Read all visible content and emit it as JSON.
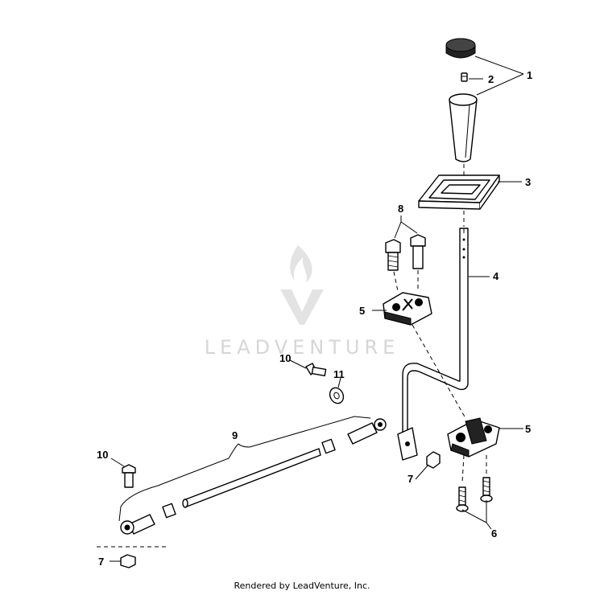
{
  "watermark": {
    "brand": "LEADVENTURE"
  },
  "footer": {
    "credit": "Rendered by LeadVenture, Inc."
  },
  "callouts": {
    "knob": "1",
    "screw": "2",
    "boot": "3",
    "shift_lever": "4",
    "upper_bracket": "5",
    "lower_bracket": "5",
    "lower_screws": "6",
    "lower_nut": "7",
    "bottom_nut": "7",
    "upper_bolts": "8",
    "linkage_assembly": "9",
    "upper_bolt_single": "10",
    "lower_bolt_single": "10",
    "washer": "11"
  }
}
